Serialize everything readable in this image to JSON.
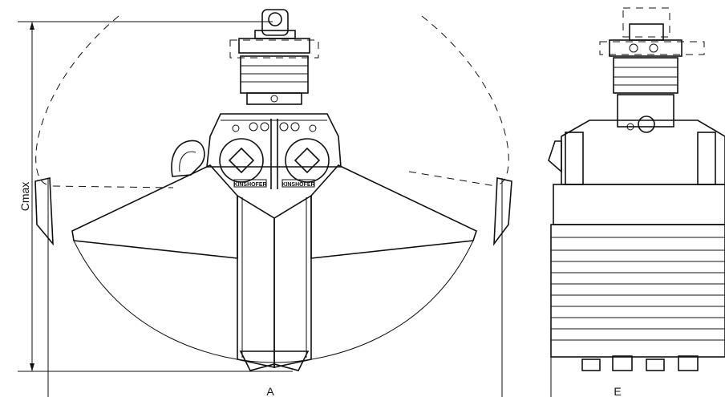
{
  "dimensions": {
    "height_label": "Cmax",
    "width_label": "A",
    "side_width_label": "E"
  },
  "brand": {
    "left_plate": "KINSHOFER",
    "right_plate": "KINSHOFER"
  },
  "colors": {
    "line": "#111111",
    "fill": "#ffffff"
  }
}
